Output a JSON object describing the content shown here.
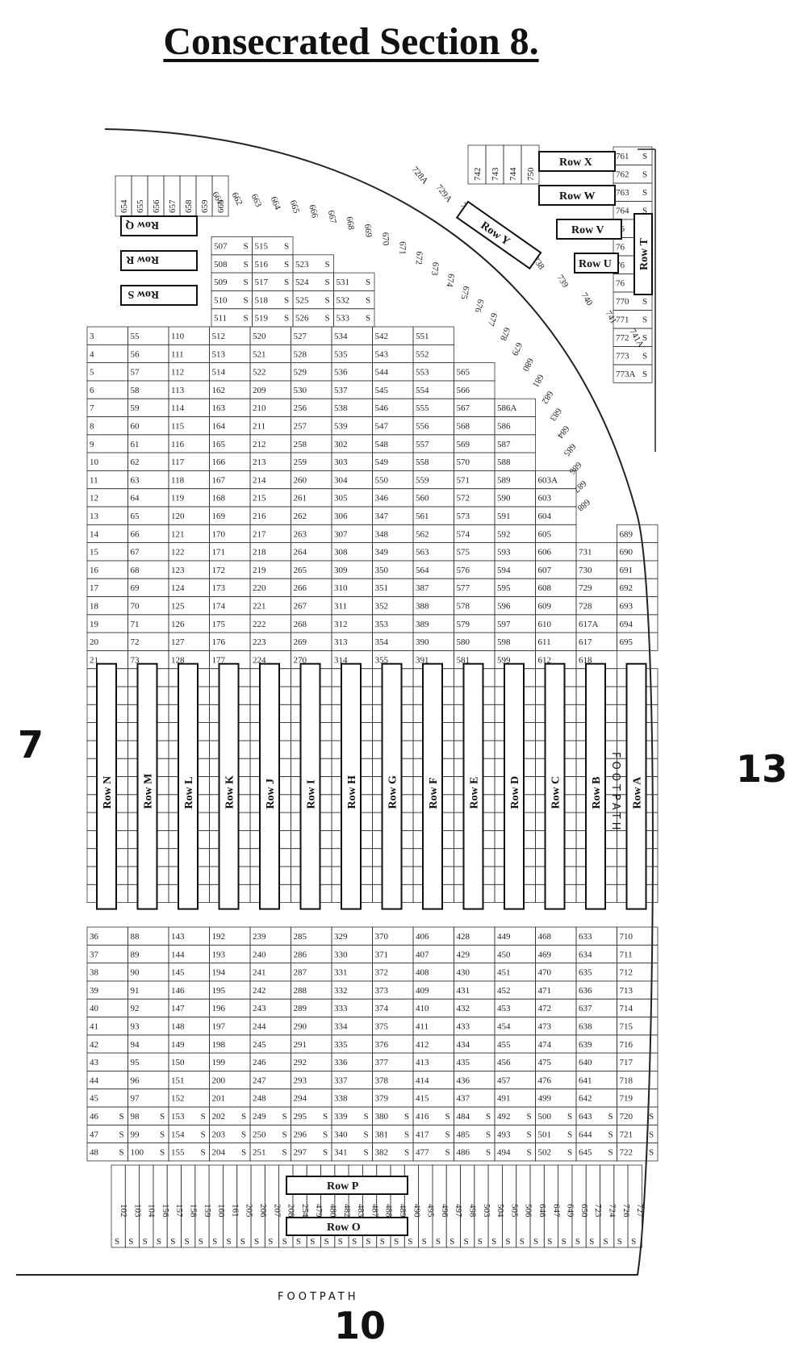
{
  "title": "Consecrated Section 8.",
  "adjacent_sections": {
    "left": "7",
    "right": "13",
    "bottom": "10"
  },
  "footpath_label": "FOOTPATH",
  "main_rows": [
    {
      "label": "Row N",
      "cell_labels": [
        "3",
        "4",
        "5",
        "6",
        "7",
        "8",
        "9",
        "10",
        "11",
        "12",
        "13",
        "14",
        "15",
        "16",
        "17",
        "18",
        "19",
        "20",
        "21"
      ],
      "lower": [
        "36",
        "37",
        "38",
        "39",
        "40",
        "41",
        "42",
        "43",
        "44",
        "45",
        "46",
        "47",
        "48"
      ]
    },
    {
      "label": "Row M",
      "cell_labels": [
        "55",
        "56",
        "57",
        "58",
        "59",
        "60",
        "61",
        "62",
        "63",
        "64",
        "65",
        "66",
        "67",
        "68",
        "69",
        "70",
        "71",
        "72",
        "73"
      ],
      "lower": [
        "88",
        "89",
        "90",
        "91",
        "92",
        "93",
        "94",
        "95",
        "96",
        "97",
        "98",
        "99",
        "100"
      ]
    },
    {
      "label": "Row L",
      "cell_labels": [
        "110",
        "111",
        "112",
        "113",
        "114",
        "115",
        "116",
        "117",
        "118",
        "119",
        "120",
        "121",
        "122",
        "123",
        "124",
        "125",
        "126",
        "127",
        "128"
      ],
      "lower": [
        "143",
        "144",
        "145",
        "146",
        "147",
        "148",
        "149",
        "150",
        "151",
        "152",
        "153",
        "154",
        "155"
      ]
    },
    {
      "label": "Row K",
      "cell_labels": [
        "512",
        "513",
        "514",
        "162",
        "163",
        "164",
        "165",
        "166",
        "167",
        "168",
        "169",
        "170",
        "171",
        "172",
        "173",
        "174",
        "175",
        "176",
        "177"
      ],
      "lower": [
        "192",
        "193",
        "194",
        "195",
        "196",
        "197",
        "198",
        "199",
        "200",
        "201",
        "202",
        "203",
        "204"
      ]
    },
    {
      "label": "Row J",
      "cell_labels": [
        "520",
        "521",
        "522",
        "209",
        "210",
        "211",
        "212",
        "213",
        "214",
        "215",
        "216",
        "217",
        "218",
        "219",
        "220",
        "221",
        "222",
        "223",
        "224"
      ],
      "lower": [
        "239",
        "240",
        "241",
        "242",
        "243",
        "244",
        "245",
        "246",
        "247",
        "248",
        "249",
        "250",
        "251"
      ]
    },
    {
      "label": "Row I",
      "cell_labels": [
        "527",
        "528",
        "529",
        "530",
        "256",
        "257",
        "258",
        "259",
        "260",
        "261",
        "262",
        "263",
        "264",
        "265",
        "266",
        "267",
        "268",
        "269",
        "270"
      ],
      "lower": [
        "285",
        "286",
        "287",
        "288",
        "289",
        "290",
        "291",
        "292",
        "293",
        "294",
        "295",
        "296",
        "297"
      ]
    },
    {
      "label": "Row H",
      "cell_labels": [
        "534",
        "535",
        "536",
        "537",
        "538",
        "539",
        "302",
        "303",
        "304",
        "305",
        "306",
        "307",
        "308",
        "309",
        "310",
        "311",
        "312",
        "313",
        "314"
      ],
      "lower": [
        "329",
        "330",
        "331",
        "332",
        "333",
        "334",
        "335",
        "336",
        "337",
        "338",
        "339",
        "340",
        "341"
      ]
    },
    {
      "label": "Row G",
      "cell_labels": [
        "542",
        "543",
        "544",
        "545",
        "546",
        "547",
        "548",
        "549",
        "550",
        "346",
        "347",
        "348",
        "349",
        "350",
        "351",
        "352",
        "353",
        "354",
        "355"
      ],
      "lower": [
        "370",
        "371",
        "372",
        "373",
        "374",
        "375",
        "376",
        "377",
        "378",
        "379",
        "380",
        "381",
        "382"
      ]
    },
    {
      "label": "Row F",
      "cell_labels": [
        "551",
        "552",
        "553",
        "554",
        "555",
        "556",
        "557",
        "558",
        "559",
        "560",
        "561",
        "562",
        "563",
        "564",
        "387",
        "388",
        "389",
        "390",
        "391"
      ],
      "lower": [
        "406",
        "407",
        "408",
        "409",
        "410",
        "411",
        "412",
        "413",
        "414",
        "415",
        "416",
        "417",
        "477"
      ]
    },
    {
      "label": "Row E",
      "cell_labels": [
        "",
        "",
        "565",
        "566",
        "567",
        "568",
        "569",
        "570",
        "571",
        "572",
        "573",
        "574",
        "575",
        "576",
        "577",
        "578",
        "579",
        "580",
        "581"
      ],
      "lower": [
        "428",
        "429",
        "430",
        "431",
        "432",
        "433",
        "434",
        "435",
        "436",
        "437",
        "484",
        "485",
        "486"
      ]
    },
    {
      "label": "Row D",
      "cell_labels": [
        "",
        "",
        "",
        "",
        "586A",
        "586",
        "587",
        "588",
        "589",
        "590",
        "591",
        "592",
        "593",
        "594",
        "595",
        "596",
        "597",
        "598",
        "599"
      ],
      "lower": [
        "449",
        "450",
        "451",
        "452",
        "453",
        "454",
        "455",
        "456",
        "457",
        "491",
        "492",
        "493",
        "494"
      ]
    },
    {
      "label": "Row C",
      "cell_labels": [
        "",
        "",
        "",
        "",
        "",
        "",
        "",
        "",
        "603A",
        "603",
        "604",
        "605",
        "606",
        "607",
        "608",
        "609",
        "610",
        "611",
        "612"
      ],
      "lower": [
        "468",
        "469",
        "470",
        "471",
        "472",
        "473",
        "474",
        "475",
        "476",
        "499",
        "500",
        "501",
        "502"
      ]
    },
    {
      "label": "Row B",
      "cell_labels": [
        "",
        "",
        "",
        "",
        "",
        "",
        "",
        "",
        "",
        "",
        "",
        "",
        "731",
        "730",
        "729",
        "728",
        "617A",
        "617",
        "618"
      ],
      "lower": [
        "633",
        "634",
        "635",
        "636",
        "637",
        "638",
        "639",
        "640",
        "641",
        "642",
        "643",
        "644",
        "645"
      ]
    },
    {
      "label": "Row A",
      "cell_labels": [
        "",
        "",
        "",
        "",
        "",
        "",
        "",
        "",
        "",
        "",
        "",
        "689",
        "690",
        "691",
        "692",
        "693",
        "694",
        "695",
        ""
      ],
      "lower": [
        "710",
        "711",
        "712",
        "713",
        "714",
        "715",
        "716",
        "717",
        "718",
        "719",
        "720",
        "721",
        "722"
      ]
    }
  ],
  "top_left_rows": [
    {
      "label": "Row Q"
    },
    {
      "label": "Row R"
    },
    {
      "label": "Row S"
    }
  ],
  "top_left_columns": [
    "654",
    "655",
    "656",
    "657",
    "658",
    "659",
    "660"
  ],
  "inner_block": {
    "col1": [
      "507",
      "508",
      "509",
      "510",
      "511"
    ],
    "col2": [
      "515",
      "516",
      "517",
      "518",
      "519"
    ],
    "col3": [
      "523",
      "524",
      "525",
      "526"
    ],
    "col4": [
      "531",
      "532",
      "533"
    ]
  },
  "arc_plots": [
    "661",
    "662",
    "663",
    "664",
    "665",
    "666",
    "667",
    "668",
    "669",
    "670",
    "671",
    "672",
    "673",
    "674",
    "675",
    "676",
    "677",
    "678",
    "679",
    "680",
    "681",
    "682",
    "683",
    "684",
    "685",
    "686",
    "687",
    "688"
  ],
  "outer_arc_plots": [
    "728A",
    "729A",
    "730A",
    "731A",
    "732",
    "738",
    "739",
    "740",
    "741",
    "741A"
  ],
  "top_right_rows": [
    {
      "label": "Row X"
    },
    {
      "label": "Row W"
    },
    {
      "label": "Row V"
    },
    {
      "label": "Row U"
    },
    {
      "label": "Row T"
    },
    {
      "label": "Row Y"
    }
  ],
  "top_right_columns": [
    "742",
    "743",
    "744",
    "750"
  ],
  "top_right_stack": [
    "761",
    "762",
    "763",
    "764",
    "76",
    "76",
    "76",
    "76",
    "770",
    "771",
    "772",
    "773",
    "773A"
  ],
  "bottom_rows": [
    {
      "label": "Row P"
    },
    {
      "label": "Row O"
    }
  ],
  "bottom_plots": [
    "102",
    "103",
    "104",
    "156",
    "157",
    "158",
    "159",
    "160",
    "161",
    "205",
    "206",
    "207",
    "208",
    "254",
    "479",
    "480",
    "482",
    "483",
    "487",
    "488",
    "489",
    "490",
    "495",
    "496",
    "497",
    "498",
    "503",
    "504",
    "505",
    "506",
    "646",
    "647",
    "649",
    "650",
    "723",
    "724",
    "726",
    "727"
  ],
  "symbols": {
    "stone_marker": "S"
  }
}
